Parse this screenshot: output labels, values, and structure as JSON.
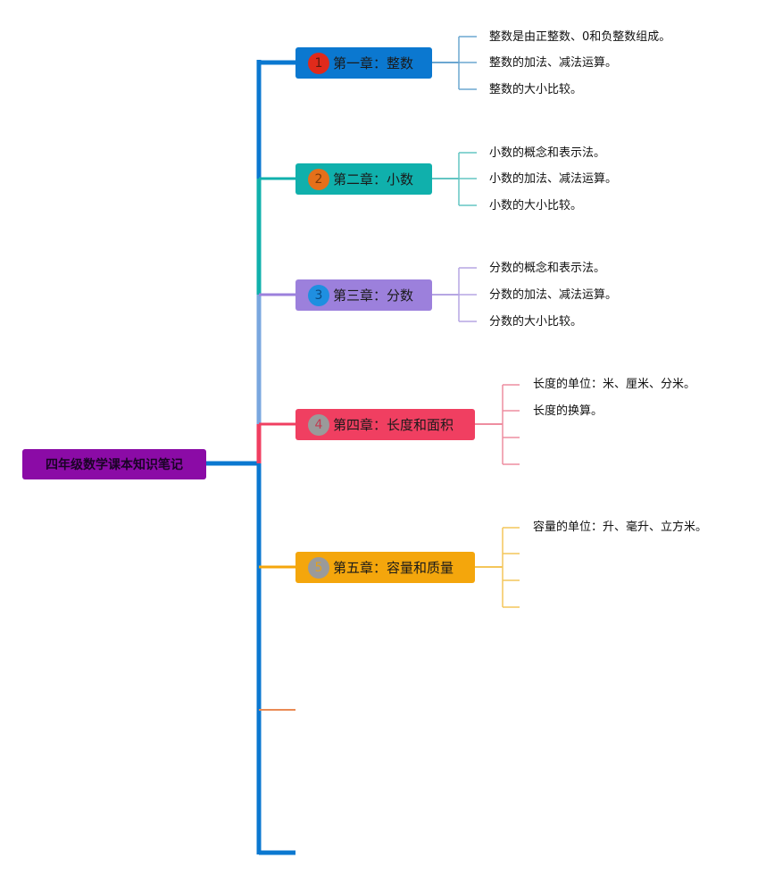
{
  "root": {
    "label": "四年级数学课本知识笔记",
    "color": "#8b0ba6"
  },
  "chapters": [
    {
      "badge": "1",
      "label": "第一章：整数",
      "color": "#0b78d0",
      "badge_color": "#e02a1b",
      "badge_text_color": "#5a1a10",
      "line_color": "#6ba7d1",
      "notes": [
        "整数是由正整数、0和负整数组成。",
        "整数的加法、减法运算。",
        "整数的大小比较。"
      ]
    },
    {
      "badge": "2",
      "label": "第二章：小数",
      "color": "#10b0ac",
      "badge_color": "#e5701a",
      "badge_text_color": "#7a3a0a",
      "line_color": "#63c5c3",
      "notes": [
        "小数的概念和表示法。",
        "小数的加法、减法运算。",
        "小数的大小比较。"
      ]
    },
    {
      "badge": "3",
      "label": "第三章：分数",
      "color": "#9c80dc",
      "badge_color": "#1f8fe0",
      "badge_text_color": "#0a4a80",
      "line_color": "#b6a6e3",
      "notes": [
        "分数的概念和表示法。",
        "分数的加法、减法运算。",
        "分数的大小比较。"
      ]
    },
    {
      "badge": "4",
      "label": "第四章：长度和面积",
      "color": "#f03f61",
      "badge_color": "#9a9a9a",
      "badge_text_color": "#c23a50",
      "line_color": "#ee8da0",
      "notes": [
        "长度的单位：米、厘米、分米。",
        "长度的换算。",
        "",
        ""
      ]
    },
    {
      "badge": "5",
      "label": "第五章：容量和质量",
      "color": "#f4a60c",
      "badge_color": "#9a9a9a",
      "badge_text_color": "#e0a020",
      "line_color": "#f4c65a",
      "notes": [
        "容量的单位：升、毫升、立方米。",
        "",
        "",
        ""
      ]
    }
  ],
  "extra_branches": [
    {
      "color": "#ea8a55"
    },
    {
      "color": "#0b78d0"
    }
  ],
  "trunk_color": "#0b78d0"
}
